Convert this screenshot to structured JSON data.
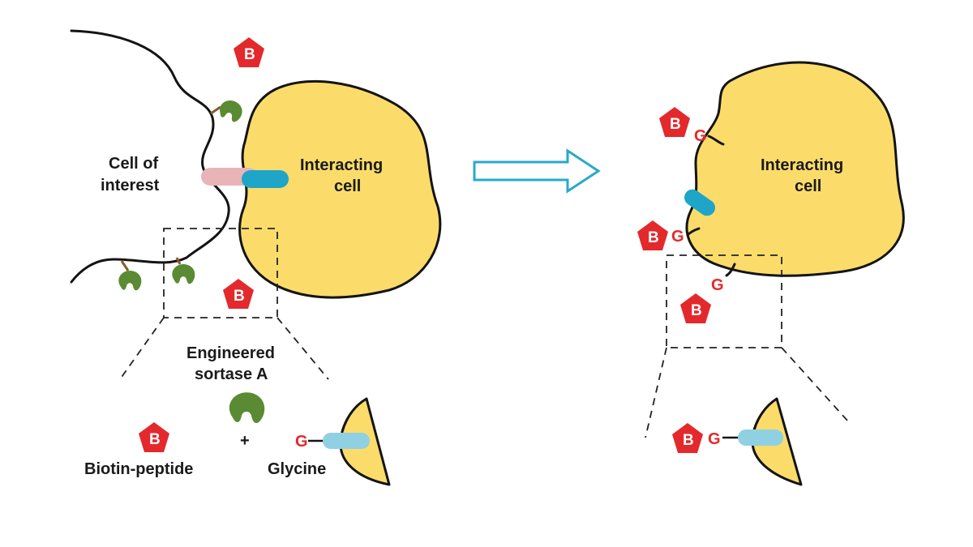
{
  "labels": {
    "cell_of_interest": [
      "Cell of",
      "interest"
    ],
    "interacting_cell_left": [
      "Interacting",
      "cell"
    ],
    "interacting_cell_right": [
      "Interacting",
      "cell"
    ],
    "engineered_sortase": [
      "Engineered",
      "sortase A"
    ],
    "biotin_peptide": "Biotin-peptide",
    "glycine": "Glycine",
    "plus": "+"
  },
  "glyphs": {
    "biotin": "B",
    "glycine": "G"
  },
  "colors": {
    "cell_fill": "#fbdc6a",
    "outline": "#141414",
    "biotin": "#e3292c",
    "sortase": "#5a8a33",
    "sortase_stem": "#8a5a2b",
    "receptor_pink": "#e8b4b8",
    "ligand_blue": "#1fa5c8",
    "ligand_light": "#8fd0e3",
    "arrow": "#29a9c9",
    "glycine_text": "#e3292c"
  },
  "icons": {
    "biotin": "red-pentagon-icon",
    "sortase": "green-crescent-icon",
    "arrow": "hollow-right-arrow-icon"
  }
}
